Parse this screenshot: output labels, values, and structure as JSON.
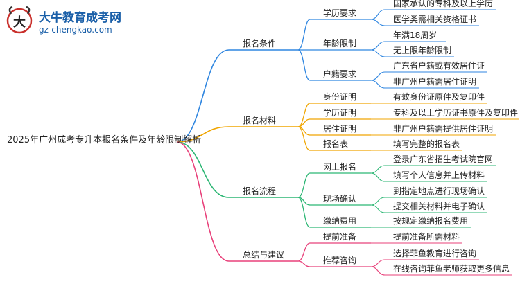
{
  "brand": {
    "name": "大牛教育成考网",
    "url": "gz-chengkao.com"
  },
  "root": "2025年广州成考专升本报名条件及年龄限制解析",
  "colors": {
    "blue": "#2f86e0",
    "orange": "#f0a500",
    "green": "#2bb673",
    "pink": "#e8407a"
  },
  "branches": [
    {
      "label": "报名条件",
      "children": [
        {
          "label": "学历要求",
          "leaves": [
            "国家承认的专科及以上学历",
            "医学类需相关资格证书"
          ]
        },
        {
          "label": "年龄限制",
          "leaves": [
            "年满18周岁",
            "无上限年龄限制"
          ]
        },
        {
          "label": "户籍要求",
          "leaves": [
            "广东省户籍或有效居住证",
            "非广州户籍需居住证明"
          ]
        }
      ]
    },
    {
      "label": "报名材料",
      "children": [
        {
          "label": "身份证明",
          "leaves": [
            "有效身份证原件及复印件"
          ]
        },
        {
          "label": "学历证明",
          "leaves": [
            "专科及以上学历证书原件及复印件"
          ]
        },
        {
          "label": "居住证明",
          "leaves": [
            "非广州户籍需提供居住证明"
          ]
        },
        {
          "label": "报名表",
          "leaves": [
            "填写完整的报名表"
          ]
        }
      ]
    },
    {
      "label": "报名流程",
      "children": [
        {
          "label": "网上报名",
          "leaves": [
            "登录广东省招生考试院官网",
            "填写个人信息并上传材料"
          ]
        },
        {
          "label": "现场确认",
          "leaves": [
            "到指定地点进行现场确认",
            "提交相关材料并电子确认"
          ]
        },
        {
          "label": "缴纳费用",
          "leaves": [
            "按规定缴纳报名费用"
          ]
        }
      ]
    },
    {
      "label": "总结与建议",
      "children": [
        {
          "label": "提前准备",
          "leaves": [
            "提前准备所需材料"
          ]
        },
        {
          "label": "推荐咨询",
          "leaves": [
            "选择菲鱼教育进行咨询",
            "在线咨询菲鱼老师获取更多信息"
          ]
        }
      ]
    }
  ]
}
